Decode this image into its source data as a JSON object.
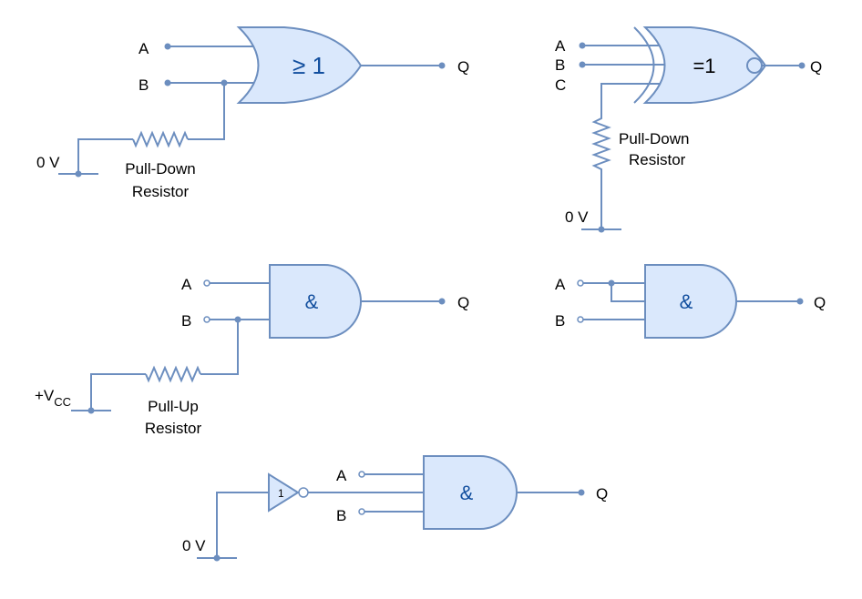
{
  "circuits": {
    "or_pulldown": {
      "input_a": "A",
      "input_b": "B",
      "output": "Q",
      "gate_symbol": "≥ 1",
      "ground": "0 V",
      "resistor_line1": "Pull-Down",
      "resistor_line2": "Resistor"
    },
    "xnor_pulldown": {
      "input_a": "A",
      "input_b": "B",
      "input_c": "C",
      "output": "Q",
      "gate_symbol": "=1",
      "ground": "0 V",
      "resistor_line1": "Pull-Down",
      "resistor_line2": "Resistor"
    },
    "and_pullup": {
      "input_a": "A",
      "input_b": "B",
      "output": "Q",
      "gate_symbol": "&",
      "supply_prefix": "+V",
      "supply_sub": "CC",
      "resistor_line1": "Pull-Up",
      "resistor_line2": "Resistor"
    },
    "and_tied": {
      "input_a": "A",
      "input_b": "B",
      "output": "Q",
      "gate_symbol": "&"
    },
    "and_inverter": {
      "input_a": "A",
      "input_b": "B",
      "output": "Q",
      "gate_symbol": "&",
      "inverter_symbol": "1",
      "ground": "0 V"
    }
  },
  "colors": {
    "wire": "#6c8ebf",
    "gate_fill": "#dae8fc",
    "gate_symbol": "#114e9e"
  }
}
